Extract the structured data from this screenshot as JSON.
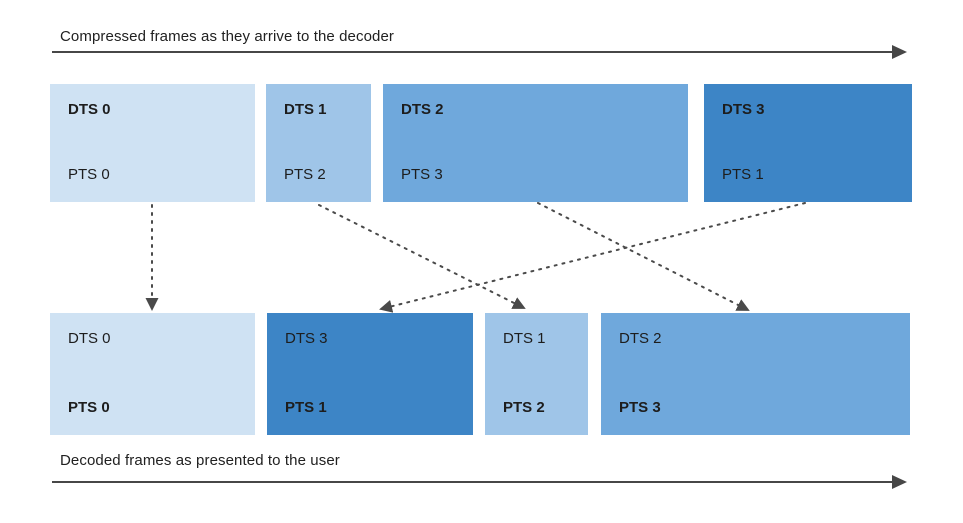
{
  "compressed_track": {
    "label": "Compressed frames as they arrive to the decoder",
    "frames": [
      {
        "dts": "DTS 0",
        "pts": "PTS 0",
        "color": "#cfe2f3"
      },
      {
        "dts": "DTS 1",
        "pts": "PTS 2",
        "color": "#9fc5e8"
      },
      {
        "dts": "DTS 2",
        "pts": "PTS 3",
        "color": "#6fa8dc"
      },
      {
        "dts": "DTS 3",
        "pts": "PTS 1",
        "color": "#3d85c6"
      }
    ]
  },
  "decoded_track": {
    "label": "Decoded frames as presented to the user",
    "frames": [
      {
        "dts": "DTS 0",
        "pts": "PTS 0",
        "color": "#cfe2f3"
      },
      {
        "dts": "DTS 3",
        "pts": "PTS 1",
        "color": "#3d85c6"
      },
      {
        "dts": "DTS 1",
        "pts": "PTS 2",
        "color": "#9fc5e8"
      },
      {
        "dts": "DTS 2",
        "pts": "PTS 3",
        "color": "#6fa8dc"
      }
    ]
  },
  "mappings": [
    {
      "compressed_index": 0,
      "decoded_index": 0,
      "frame": "DTS 0 / PTS 0"
    },
    {
      "compressed_index": 1,
      "decoded_index": 2,
      "frame": "DTS 1 / PTS 2"
    },
    {
      "compressed_index": 2,
      "decoded_index": 3,
      "frame": "DTS 2 / PTS 3"
    },
    {
      "compressed_index": 3,
      "decoded_index": 1,
      "frame": "DTS 3 / PTS 1"
    }
  ],
  "colors": {
    "frame_light": "#cfe2f3",
    "frame_medium_light": "#9fc5e8",
    "frame_medium": "#6fa8dc",
    "frame_dark": "#3d85c6",
    "arrow": "#474747",
    "text": "#212121"
  }
}
